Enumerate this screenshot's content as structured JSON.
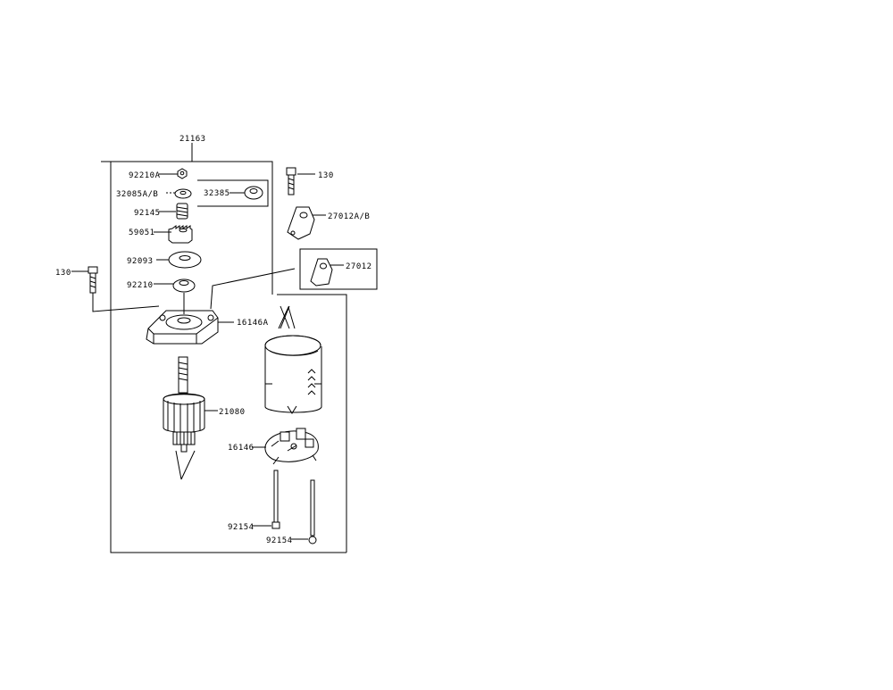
{
  "diagram": {
    "assembly_label": "21163",
    "parts": {
      "p92210A": "92210A",
      "p32085AB": "32085A/B",
      "p32385": "32385",
      "p92145": "92145",
      "p59051": "59051",
      "p92093": "92093",
      "p92210": "92210",
      "p130_left": "130",
      "p130_right": "130",
      "p27012AB": "27012A/B",
      "p27012": "27012",
      "p16146A": "16146A",
      "p21080": "21080",
      "p16146": "16146",
      "p92154_a": "92154",
      "p92154_b": "92154"
    }
  }
}
